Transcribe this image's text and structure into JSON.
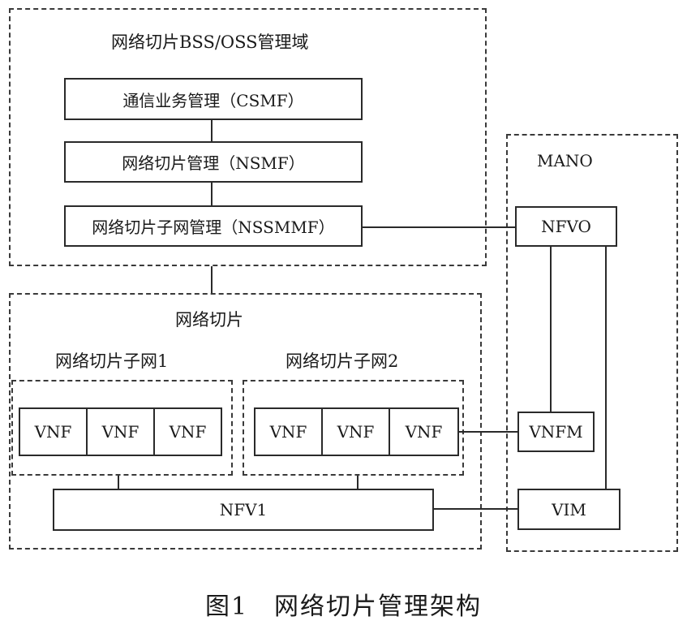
{
  "bss_oss_domain": {
    "title": "网络切片BSS/OSS管理域",
    "csmf": "通信业务管理（CSMF）",
    "nsmf": "网络切片管理（NSMF）",
    "nssmf": "网络切片子网管理（NSSMMF）"
  },
  "network_slice": {
    "title": "网络切片",
    "subnet1": {
      "title": "网络切片子网1",
      "vnfs": [
        "VNF",
        "VNF",
        "VNF"
      ]
    },
    "subnet2": {
      "title": "网络切片子网2",
      "vnfs": [
        "VNF",
        "VNF",
        "VNF"
      ]
    },
    "nfv": "NFV1"
  },
  "mano": {
    "title": "MANO",
    "nfvo": "NFVO",
    "vnfm": "VNFM",
    "vim": "VIM"
  },
  "caption": "图1　网络切片管理架构"
}
